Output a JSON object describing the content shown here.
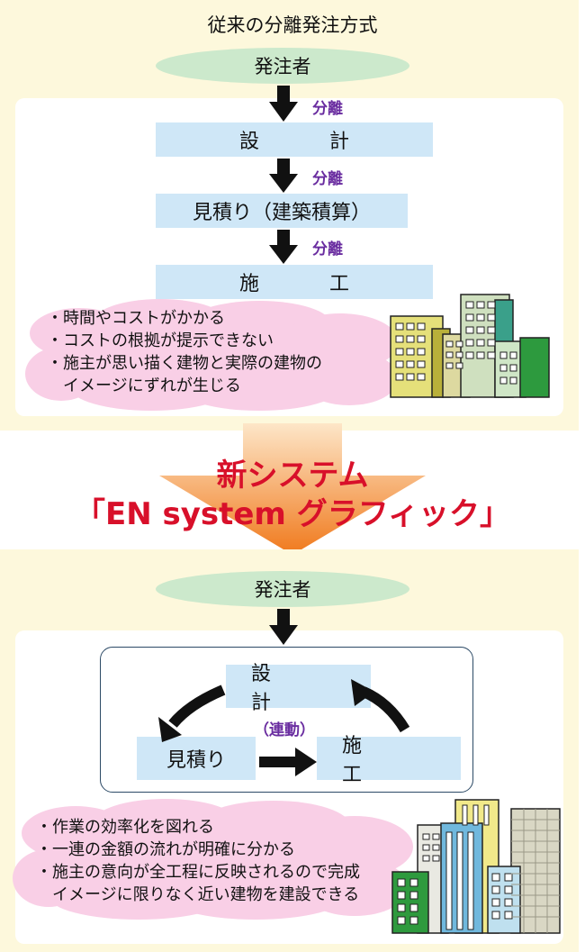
{
  "top": {
    "title": "従来の分離発注方式",
    "client": "発注者",
    "separation_label": "分離",
    "step_design": "設　計",
    "step_estimate": "見積り（建築積算）",
    "step_construction": "施　工",
    "issues": [
      "・時間やコストがかかる",
      "・コストの根拠が提示できない",
      "・施主が思い描く建物と実際の建物の",
      "　イメージにずれが生じる"
    ]
  },
  "transition": {
    "line1": "新システム",
    "line2": "「EN system グラフィック」"
  },
  "bottom": {
    "client": "発注者",
    "design": "設　計",
    "estimate": "見積り",
    "construction": "施　工",
    "linkage": "（連動）",
    "benefits": [
      "・作業の効率化を図れる",
      "・一連の金額の流れが明確に分かる",
      "・施主の意向が全工程に反映されるので完成",
      "　イメージに限りなく近い建物を建設できる"
    ]
  },
  "colors": {
    "panel_bg": "#fdf8dc",
    "ellipse": "#cce9cc",
    "box": "#cfe7f7",
    "accent_red": "#d8102a",
    "accent_purple": "#6a2da0",
    "cloud": "#f9cfe6"
  }
}
